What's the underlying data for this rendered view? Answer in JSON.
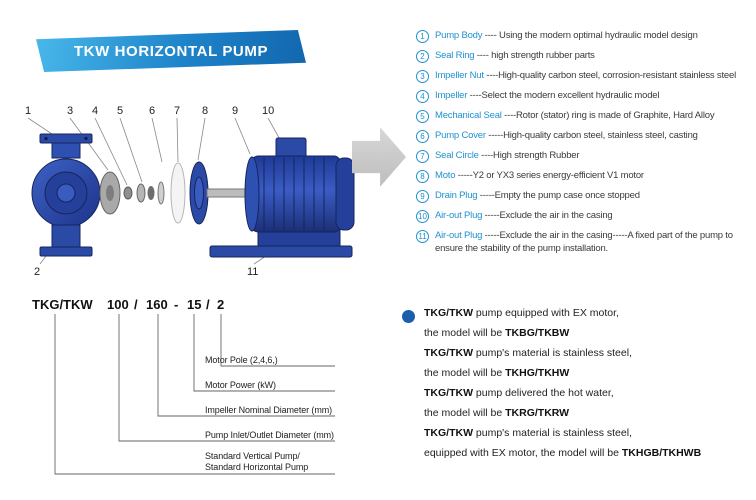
{
  "header": {
    "title": "TKW HORIZONTAL PUMP"
  },
  "diagram": {
    "numbers": [
      "1",
      "3",
      "4",
      "5",
      "6",
      "7",
      "8",
      "9",
      "10",
      "2",
      "11"
    ]
  },
  "parts": [
    {
      "num": "1",
      "name": "Pump Body",
      "desc": " ---- Using the modern optimal hydraulic model design"
    },
    {
      "num": "2",
      "name": "Seal Ring",
      "desc": " ---- high strength rubber parts"
    },
    {
      "num": "3",
      "name": "Impeller Nut",
      "desc": " ----High-quality carbon steel, corrosion-resistant stainless steel"
    },
    {
      "num": "4",
      "name": "Impeller",
      "desc": " ----Select the modern excellent hydraulic model"
    },
    {
      "num": "5",
      "name": "Mechanical Seal",
      "desc": " ----Rotor (stator) ring is made of Graphite, Hard Alloy"
    },
    {
      "num": "6",
      "name": "Pump Cover",
      "desc": " -----High-quality carbon steel, stainless steel, casting"
    },
    {
      "num": "7",
      "name": "Seal Circle",
      "desc": " ----High strength Rubber"
    },
    {
      "num": "8",
      "name": "Moto",
      "desc": " -----Y2 or YX3 series energy-efficient V1 motor"
    },
    {
      "num": "9",
      "name": "Drain Plug",
      "desc": " -----Empty the pump case once stopped"
    },
    {
      "num": "10",
      "name": "Air-out Plug",
      "desc": " -----Exclude the air in the casing"
    },
    {
      "num": "11",
      "name": "Air-out Plug",
      "desc": " -----Exclude the air in the casing-----A fixed part of the pump to ensure the stability of the pump installation."
    }
  ],
  "model_code": {
    "segments": [
      "TKG/TKW",
      "100",
      "/",
      "160",
      "-",
      "15",
      "/",
      "2"
    ],
    "labels": [
      "Motor Pole (2,4,6,)",
      "Motor Power  (kW)",
      "Impeller Nominal Diameter (mm)",
      "Pump Inlet/Outlet Diameter (mm)",
      "Standard Vertical Pump/",
      "Standard  Horizontal Pump"
    ]
  },
  "notes": [
    {
      "b": "TKG/TKW",
      "t": " pump equipped with EX motor,",
      "bt": ""
    },
    {
      "b": "",
      "t": "the model will be ",
      "bt": "TKBG/TKBW"
    },
    {
      "b": "TKG/TKW",
      "t": " pump's material is stainless steel,",
      "bt": ""
    },
    {
      "b": "",
      "t": "the model will be ",
      "bt": "TKHG/TKHW"
    },
    {
      "b": "TKG/TKW",
      "t": " pump delivered the hot water,",
      "bt": ""
    },
    {
      "b": "",
      "t": "the model will be ",
      "bt": "TKRG/TKRW"
    },
    {
      "b": "TKG/TKW",
      "t": " pump's material is stainless steel,",
      "bt": ""
    },
    {
      "b": "",
      "t": "equipped with EX motor, the model will be ",
      "bt": "TKHGB/TKHWB"
    }
  ],
  "colors": {
    "accent_blue": "#2191d0",
    "ribbon_blue": "#1e83c9",
    "pump_blue": "#2b4aa5",
    "note_dot_blue": "#1b5eab"
  }
}
